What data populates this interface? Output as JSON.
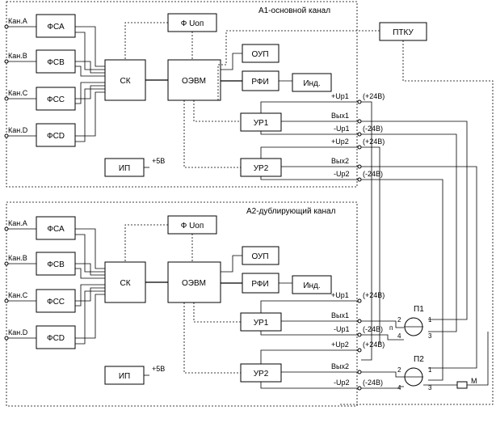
{
  "channel_a1": {
    "title": "А1-основной канал",
    "inputs": [
      "Кан.А",
      "Кан.В",
      "Кан.С",
      "Кан.D"
    ],
    "shapers": [
      "ФСА",
      "ФСВ",
      "ФСС",
      "ФСD"
    ],
    "sk": "СК",
    "phi": "Ф Uоп",
    "oevm": "ОЭВМ",
    "oup": "ОУП",
    "rfi": "РФИ",
    "ind": "Инд.",
    "ur1": "УР1",
    "ur2": "УР2",
    "ip": "ИП",
    "ip_voltage": "+5В",
    "up1_pos": "+Uр1",
    "up1_pos_v": "(+24В)",
    "out1": "Вых1",
    "up1_neg": "-Uр1",
    "up1_neg_v": "(-24В)",
    "up2_pos": "+Uр2",
    "up2_pos_v": "(+24В)",
    "out2": "Вых2",
    "up2_neg": "-Uр2",
    "up2_neg_v": "(-24В)"
  },
  "channel_a2": {
    "title": "А2-дублирующий канал",
    "inputs": [
      "Кан.А",
      "Кан.В",
      "Кан.С",
      "Кан.D"
    ],
    "shapers": [
      "ФСА",
      "ФСВ",
      "ФСС",
      "ФСD"
    ],
    "sk": "СК",
    "phi": "Ф Uоп",
    "oevm": "ОЭВМ",
    "oup": "ОУП",
    "rfi": "РФИ",
    "ind": "Инд.",
    "ur1": "УР1",
    "ur2": "УР2",
    "ip": "ИП",
    "ip_voltage": "+5В",
    "up1_pos": "+Uр1",
    "up1_pos_v": "(+24В)",
    "out1": "Вых1",
    "up1_neg": "-Uр1",
    "up1_neg_v": "(-24В)",
    "up2_pos": "+Uр2",
    "up2_pos_v": "(+24В)",
    "out2": "Вых2",
    "up2_neg": "-Uр2",
    "up2_neg_v": "(-24В)"
  },
  "external": {
    "ptku": "ПТКУ",
    "relay1": "П1",
    "relay2": "П2",
    "motor": "М",
    "relay1_pins": [
      "2",
      "1",
      "4",
      "3",
      "п"
    ],
    "relay2_pins": [
      "2",
      "1",
      "4",
      "3"
    ]
  }
}
